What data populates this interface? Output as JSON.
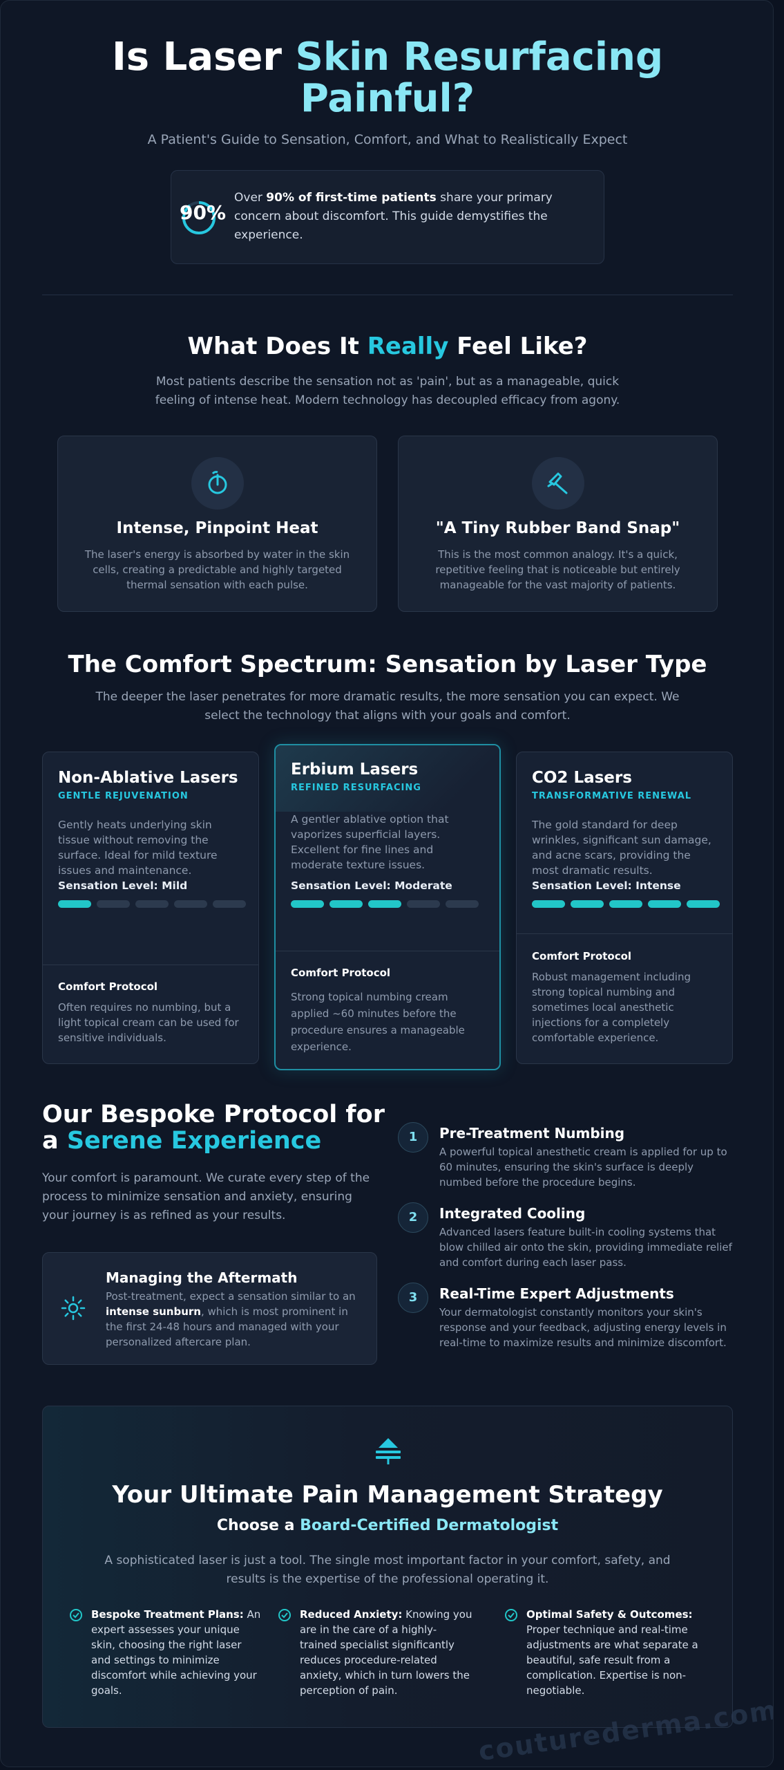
{
  "hero": {
    "title_part1": "Is Laser ",
    "title_accent": "Skin Resurfacing",
    "title_part2": "Painful?",
    "subtitle": "A Patient's Guide to Sensation, Comfort, and What to Realistically Expect",
    "stat_number": "90%",
    "stat_prefix": "Over ",
    "stat_bold": "90% of first-time patients",
    "stat_suffix": " share your primary concern about discomfort. This guide demystifies the experience."
  },
  "feel": {
    "title_part1": "What Does It ",
    "title_accent": "Really",
    "title_part2": " Feel Like?",
    "description": "Most patients describe the sensation not as 'pain', but as a manageable, quick feeling of intense heat. Modern technology has decoupled efficacy from agony.",
    "cards": [
      {
        "icon": "thermometer-icon",
        "title": "Intense, Pinpoint Heat",
        "text": "The laser's energy is absorbed by water in the skin cells, creating a predictable and highly targeted thermal sensation with each pulse."
      },
      {
        "icon": "rubber-band-icon",
        "title": "\"A Tiny Rubber Band Snap\"",
        "text": "This is the most common analogy. It's a quick, repetitive feeling that is noticeable but entirely manageable for the vast majority of patients."
      }
    ]
  },
  "spectrum": {
    "title": "The Comfort Spectrum: Sensation by Laser Type",
    "description": "The deeper the laser penetrates for more dramatic results, the more sensation you can expect. We select the technology that aligns with your goals and comfort.",
    "lasers": [
      {
        "name": "Non-Ablative Lasers",
        "tag": "GENTLE REJUVENATION",
        "description": "Gently heats underlying skin tissue without removing the surface. Ideal for mild texture issues and maintenance.",
        "level_label": "Sensation Level: Mild",
        "level": 1,
        "protocol_title": "Comfort Protocol",
        "protocol_text": "Often requires no numbing, but a light topical cream can be used for sensitive individuals."
      },
      {
        "name": "Erbium Lasers",
        "tag": "REFINED RESURFACING",
        "description": "A gentler ablative option that vaporizes superficial layers. Excellent for fine lines and moderate texture issues.",
        "level_label": "Sensation Level: Moderate",
        "level": 3,
        "protocol_title": "Comfort Protocol",
        "protocol_text": "Strong topical numbing cream applied ~60 minutes before the procedure ensures a manageable experience."
      },
      {
        "name": "CO2 Lasers",
        "tag": "TRANSFORMATIVE RENEWAL",
        "description": "The gold standard for deep wrinkles, significant sun damage, and acne scars, providing the most dramatic results.",
        "level_label": "Sensation Level: Intense",
        "level": 5,
        "protocol_title": "Comfort Protocol",
        "protocol_text": "Robust management including strong topical numbing and sometimes local anesthetic injections for a completely comfortable experience."
      }
    ],
    "level_max": 5
  },
  "protocol": {
    "title_part1": "Our Bespoke Protocol for a ",
    "title_accent": "Serene Experience",
    "description": "Your comfort is paramount. We curate every step of the process to minimize sensation and anxiety, ensuring your journey is as refined as your results.",
    "aftermath": {
      "icon": "sun-icon",
      "title": "Managing the Aftermath",
      "text_prefix": "Post-treatment, expect a sensation similar to an ",
      "text_bold": "intense sunburn",
      "text_suffix": ", which is most prominent in the first 24-48 hours and managed with your personalized aftercare plan."
    },
    "steps": [
      {
        "num": "1",
        "title": "Pre-Treatment Numbing",
        "text": "A powerful topical anesthetic cream is applied for up to 60 minutes, ensuring the skin's surface is deeply numbed before the procedure begins."
      },
      {
        "num": "2",
        "title": "Integrated Cooling",
        "text": "Advanced lasers feature built-in cooling systems that blow chilled air onto the skin, providing immediate relief and comfort during each laser pass."
      },
      {
        "num": "3",
        "title": "Real-Time Expert Adjustments",
        "text": "Your dermatologist constantly monitors your skin's response and your feedback, adjusting energy levels in real-time to maximize results and minimize discomfort."
      }
    ]
  },
  "strategy": {
    "icon": "lamp-icon",
    "title": "Your Ultimate Pain Management Strategy",
    "subtitle_part1": "Choose a ",
    "subtitle_accent": "Board-Certified Dermatologist",
    "description": "A sophisticated laser is just a tool. The single most important factor in your comfort, safety, and results is the expertise of the professional operating it.",
    "benefits": [
      {
        "title": "Bespoke Treatment Plans:",
        "text": " An expert assesses your unique skin, choosing the right laser and settings to minimize discomfort while achieving your goals."
      },
      {
        "title": "Reduced Anxiety:",
        "text": " Knowing you are in the care of a highly-trained specialist significantly reduces procedure-related anxiety, which in turn lowers the perception of pain."
      },
      {
        "title": "Optimal Safety & Outcomes:",
        "text": " Proper technique and real-time adjustments are what separate a beautiful, safe result from a complication. Expertise is non-negotiable."
      }
    ]
  },
  "watermark": "couturederma.com",
  "colors": {
    "accent": "#27c8e0",
    "accent_light": "#8ae7f5",
    "background": "#0f1726",
    "bar_on": "#22c6c8",
    "bar_off": "#2c3a4e"
  }
}
